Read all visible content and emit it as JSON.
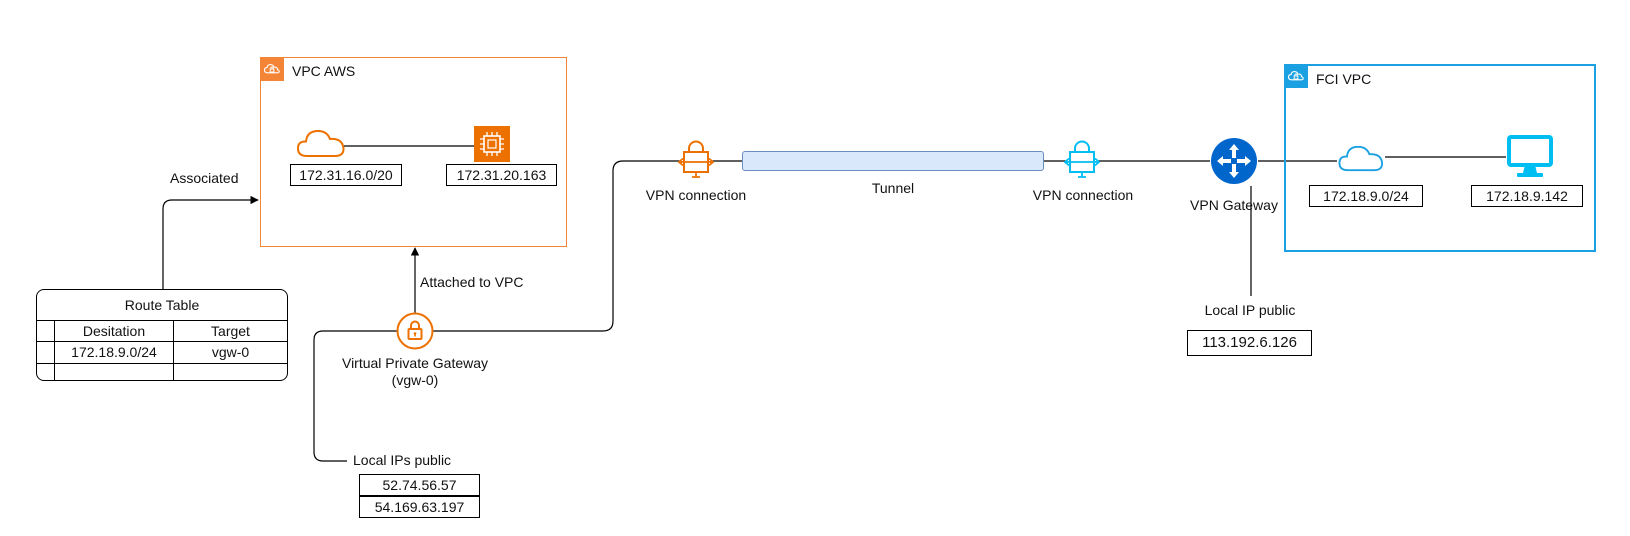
{
  "colors": {
    "aws_orange": "#ED7100",
    "aws_group_orange": "#F58536",
    "fci_blue": "#1BA1E2",
    "device_blue": "#00BEF2",
    "router_blue": "#0066CC",
    "tunnel_fill": "#DAE8FC",
    "tunnel_border": "#6C8EBF"
  },
  "vpc_aws": {
    "title": "VPC AWS",
    "icon": "vpc-cloud-lock-icon",
    "subnet_cidr": "172.31.16.0/20",
    "instance_ip": "172.31.20.163"
  },
  "fci_vpc": {
    "title": "FCI VPC",
    "icon": "vpc-cloud-lock-icon",
    "subnet_cidr": "172.18.9.0/24",
    "host_ip": "172.18.9.142"
  },
  "edges": {
    "associated": "Associated",
    "attached": "Attached to VPC",
    "tunnel": "Tunnel"
  },
  "route_table": {
    "title": "Route Table",
    "headers": [
      "Desitation",
      "Target"
    ],
    "rows": [
      [
        "172.18.9.0/24",
        "vgw-0"
      ],
      [
        "",
        ""
      ]
    ]
  },
  "vgw": {
    "label_line1": "Virtual Private Gateway",
    "label_line2": "(vgw-0)",
    "public_ips_label": "Local IPs public",
    "public_ips": [
      "52.74.56.57",
      "54.169.63.197"
    ]
  },
  "vpn_left": {
    "label": "VPN connection"
  },
  "vpn_right": {
    "label": "VPN connection"
  },
  "vpn_gateway": {
    "label": "VPN Gateway",
    "public_ip_label": "Local IP public",
    "public_ip": "113.192.6.126"
  }
}
